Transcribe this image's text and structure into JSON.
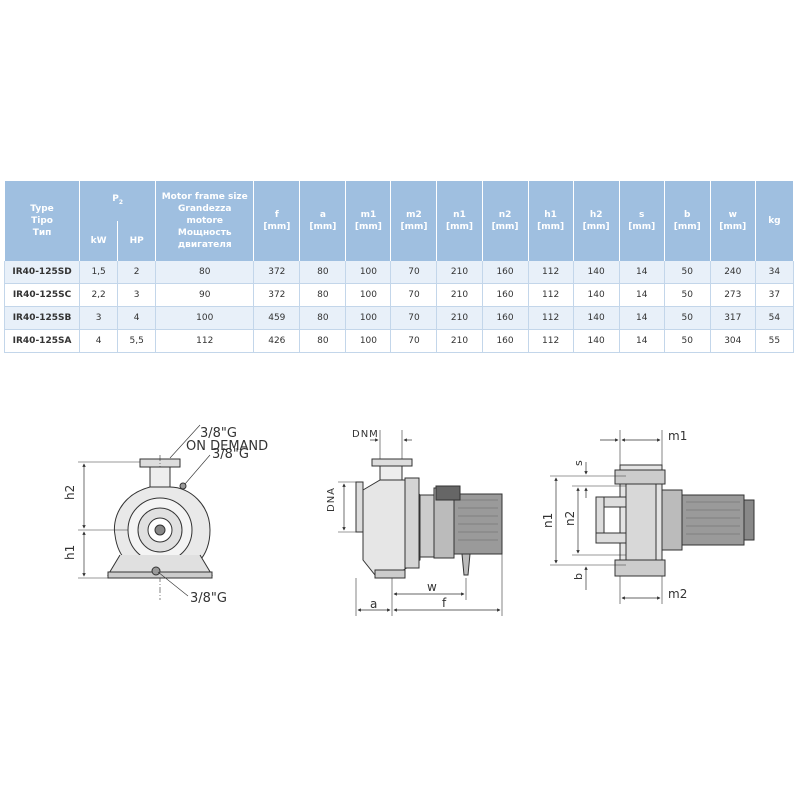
{
  "table": {
    "header": {
      "type": [
        "Type",
        "Tipo",
        "Тип"
      ],
      "p2": "P",
      "p2_sub": "2",
      "kw": "kW",
      "hp": "HP",
      "motor": [
        "Motor frame size",
        "Grandezza",
        "motore",
        "Мощность",
        "двигателя"
      ],
      "cols": [
        {
          "name": "f",
          "unit": "[mm]"
        },
        {
          "name": "a",
          "unit": "[mm]"
        },
        {
          "name": "m1",
          "unit": "[mm]"
        },
        {
          "name": "m2",
          "unit": "[mm]"
        },
        {
          "name": "n1",
          "unit": "[mm]"
        },
        {
          "name": "n2",
          "unit": "[mm]"
        },
        {
          "name": "h1",
          "unit": "[mm]"
        },
        {
          "name": "h2",
          "unit": "[mm]"
        },
        {
          "name": "s",
          "unit": "[mm]"
        },
        {
          "name": "b",
          "unit": "[mm]"
        },
        {
          "name": "w",
          "unit": "[mm]"
        },
        {
          "name": "kg",
          "unit": ""
        }
      ]
    },
    "rows": [
      [
        "IR40-125SD",
        "1,5",
        "2",
        "80",
        "372",
        "80",
        "100",
        "70",
        "210",
        "160",
        "112",
        "140",
        "14",
        "50",
        "240",
        "34"
      ],
      [
        "IR40-125SC",
        "2,2",
        "3",
        "90",
        "372",
        "80",
        "100",
        "70",
        "210",
        "160",
        "112",
        "140",
        "14",
        "50",
        "273",
        "37"
      ],
      [
        "IR40-125SB",
        "3",
        "4",
        "100",
        "459",
        "80",
        "100",
        "70",
        "210",
        "160",
        "112",
        "140",
        "14",
        "50",
        "317",
        "54"
      ],
      [
        "IR40-125SA",
        "4",
        "5,5",
        "112",
        "426",
        "80",
        "100",
        "70",
        "210",
        "160",
        "112",
        "140",
        "14",
        "50",
        "304",
        "55"
      ]
    ]
  },
  "drawing": {
    "front": {
      "port_top": "3/8\"G",
      "on_demand": "ON DEMAND",
      "port_side": "3/8\"G",
      "port_bottom": "3/8\"G",
      "h1": "h1",
      "h2": "h2"
    },
    "side": {
      "dnm": "DNM",
      "dna": "DNA",
      "a": "a",
      "w": "w",
      "f": "f"
    },
    "top": {
      "m1": "m1",
      "m2": "m2",
      "s": "s",
      "n1": "n1",
      "n2": "n2",
      "b": "b"
    }
  }
}
